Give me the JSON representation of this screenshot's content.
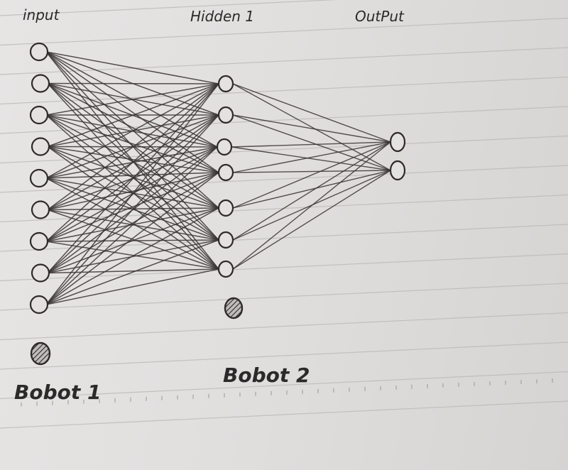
{
  "labels": {
    "input": "input",
    "hidden": "Hidden 1",
    "output": "OutPut",
    "bias1": "Bobot 1",
    "bias2": "Bobot 2"
  },
  "network": {
    "input_neurons": 9,
    "hidden_neurons": 7,
    "output_neurons": 2,
    "input_bias_nodes": 1,
    "hidden_bias_nodes": 1,
    "fully_connected": true
  },
  "colors": {
    "ink": "#2f2a2a",
    "line": "#3a3434",
    "paper_rule": "#b8b6b5",
    "paper_margin": "#9a9896"
  }
}
